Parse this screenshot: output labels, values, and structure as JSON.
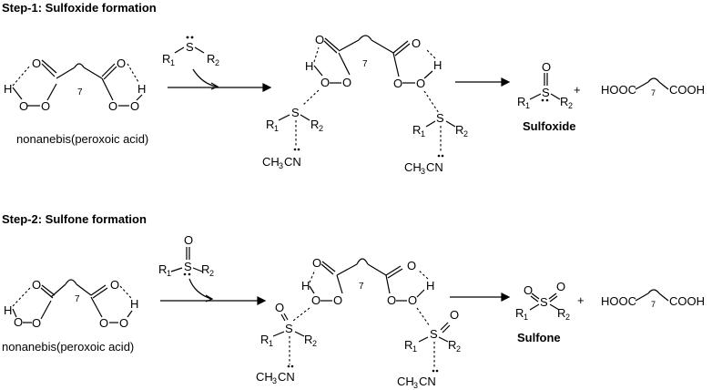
{
  "step1": {
    "heading": "Step-1: Sulfoxide formation",
    "reagent_label": "nonanebis(peroxoic acid)",
    "product_label": "Sulfoxide",
    "diacid": "HOOC",
    "diacid_right": "COOH",
    "chain_count": "7",
    "plus": "+"
  },
  "step2": {
    "heading": "Step-2: Sulfone formation",
    "reagent_label": "nonanebis(peroxoic acid)",
    "product_label": "Sulfone",
    "diacid": "HOOC",
    "diacid_right": "COOH",
    "chain_count": "7",
    "plus": "+"
  },
  "atoms": {
    "O": "O",
    "H": "H",
    "S": "S",
    "R": "R",
    "sub1": "1",
    "sub2": "2",
    "ch3": "CH",
    "sub3": "3",
    "cn": "CN"
  }
}
